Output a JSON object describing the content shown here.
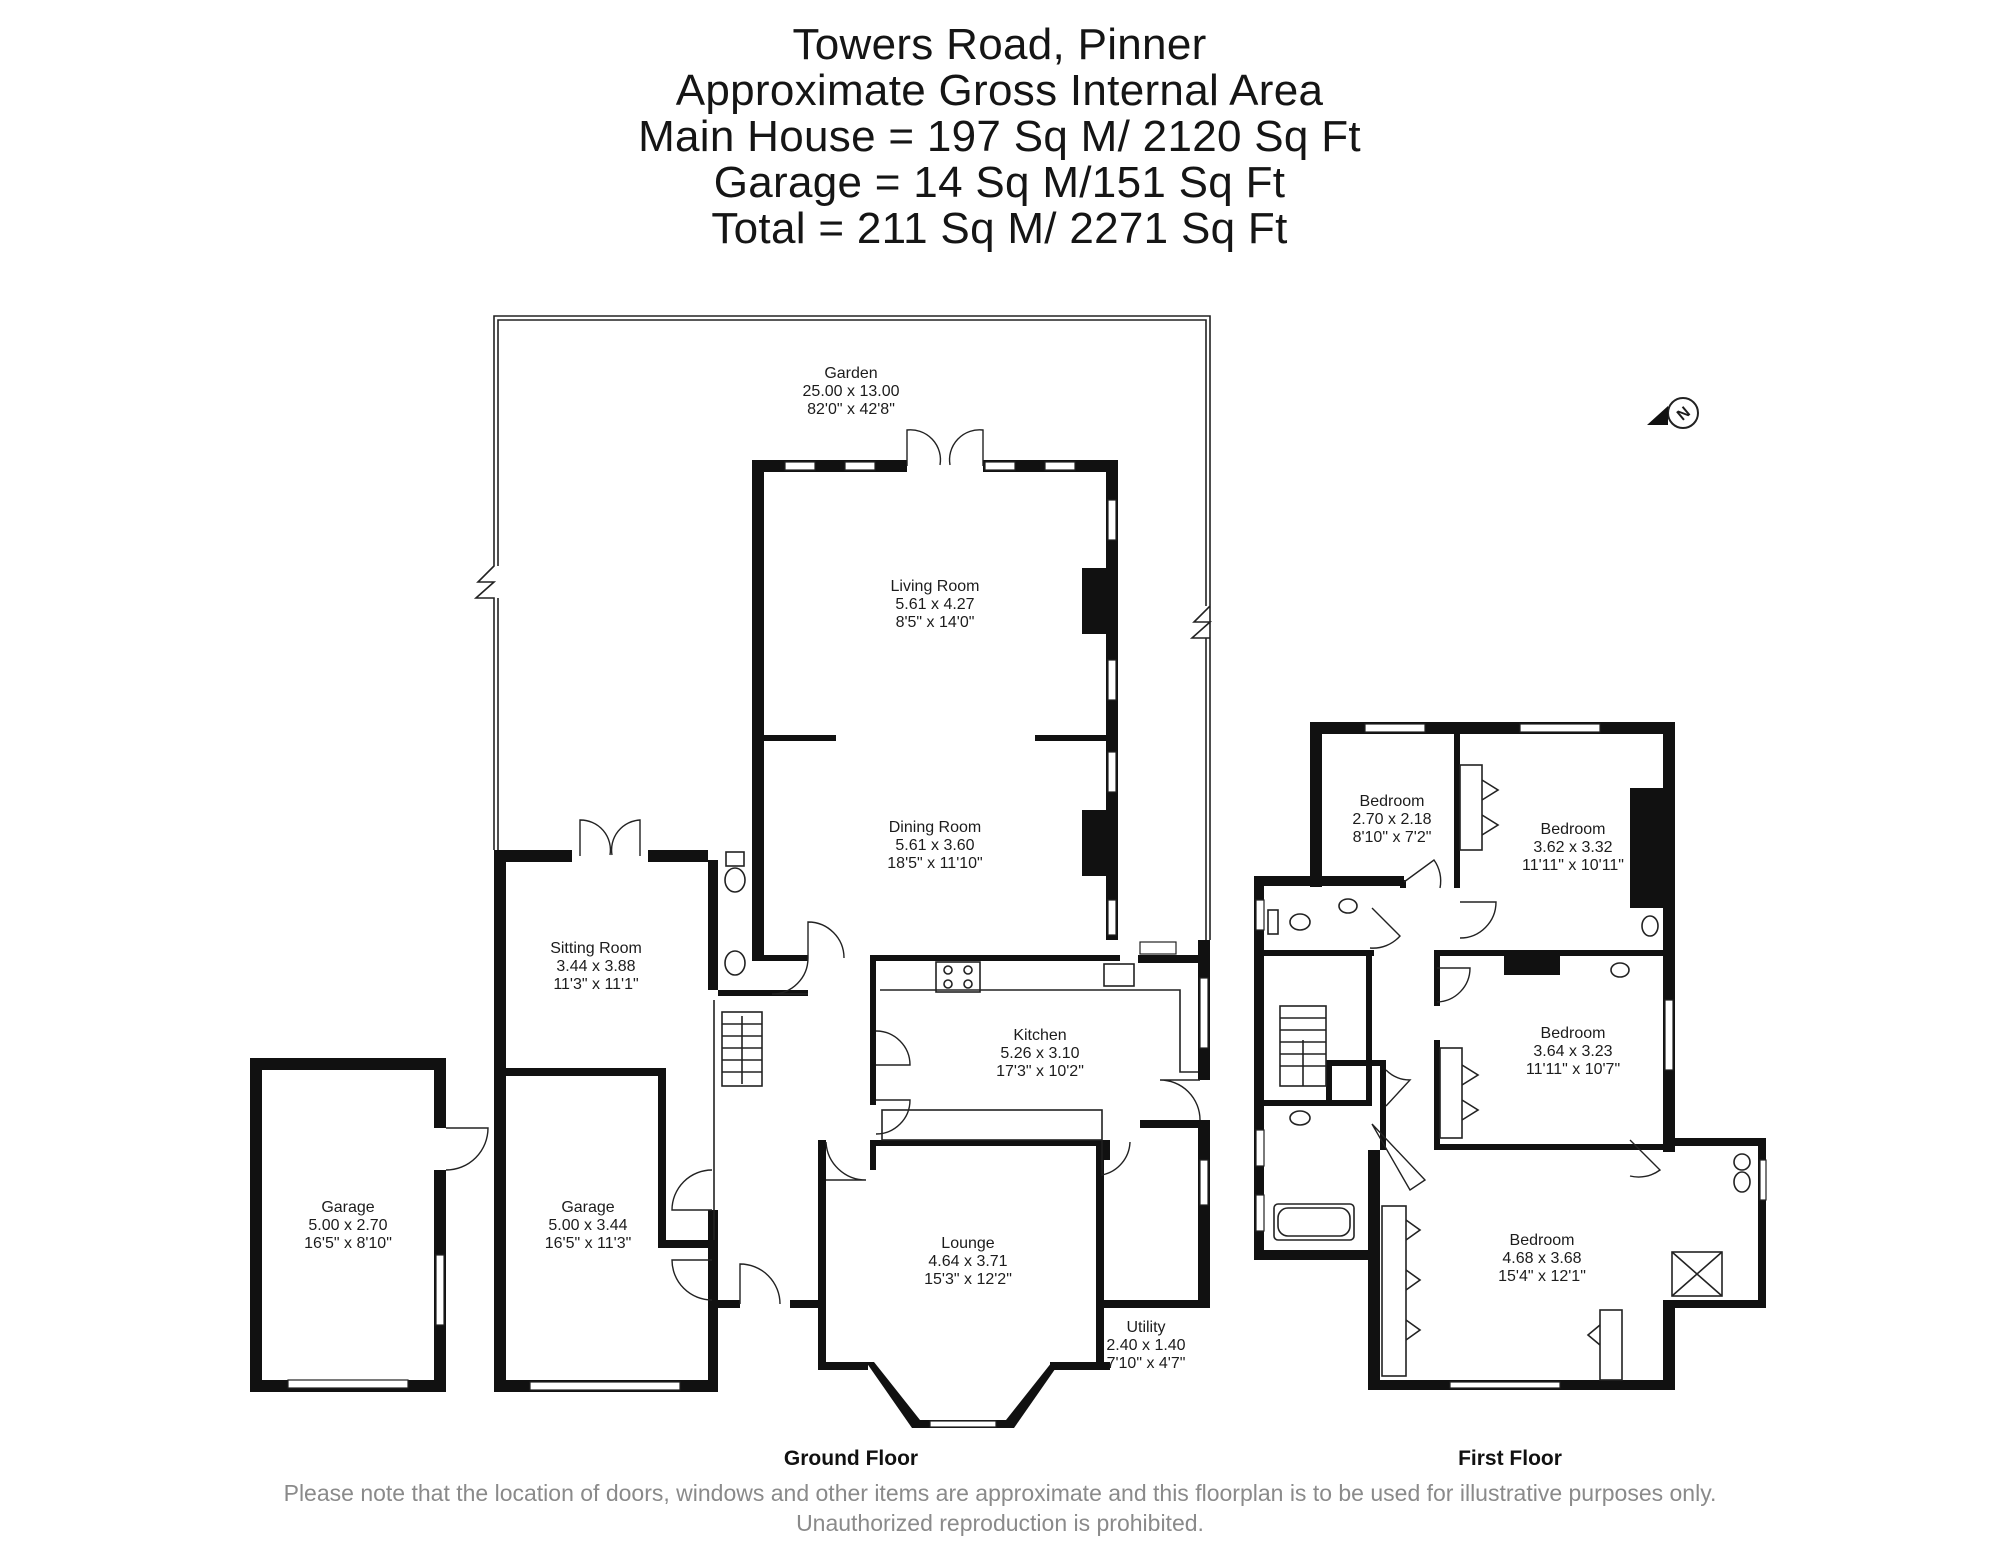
{
  "header": {
    "line1": "Towers Road, Pinner",
    "line2": "Approximate Gross Internal Area",
    "line3": "Main House = 197 Sq M/ 2120 Sq Ft",
    "line4": "Garage = 14 Sq M/151 Sq Ft",
    "line5": "Total = 211 Sq M/ 2271 Sq Ft"
  },
  "rooms": {
    "garden": {
      "name": "Garden",
      "metric": "25.00 x 13.00",
      "imperial": "82'0\" x 42'8\""
    },
    "living": {
      "name": "Living Room",
      "metric": "5.61 x 4.27",
      "imperial": "8'5\" x 14'0\""
    },
    "dining": {
      "name": "Dining Room",
      "metric": "5.61 x 3.60",
      "imperial": "18'5\" x 11'10\""
    },
    "sitting": {
      "name": "Sitting Room",
      "metric": "3.44 x 3.88",
      "imperial": "11'3\" x 11'1\""
    },
    "kitchen": {
      "name": "Kitchen",
      "metric": "5.26 x 3.10",
      "imperial": "17'3\" x 10'2\""
    },
    "garage1": {
      "name": "Garage",
      "metric": "5.00 x 2.70",
      "imperial": "16'5\" x 8'10\""
    },
    "garage2": {
      "name": "Garage",
      "metric": "5.00 x 3.44",
      "imperial": "16'5\" x 11'3\""
    },
    "lounge": {
      "name": "Lounge",
      "metric": "4.64 x 3.71",
      "imperial": "15'3\" x 12'2\""
    },
    "utility": {
      "name": "Utility",
      "metric": "2.40 x 1.40",
      "imperial": "7'10\" x 4'7\""
    },
    "bed1": {
      "name": "Bedroom",
      "metric": "2.70 x 2.18",
      "imperial": "8'10\" x 7'2\""
    },
    "bed2": {
      "name": "Bedroom",
      "metric": "3.62 x 3.32",
      "imperial": "11'11\" x 10'11\""
    },
    "bed3": {
      "name": "Bedroom",
      "metric": "3.64 x 3.23",
      "imperial": "11'11\" x 10'7\""
    },
    "bed4": {
      "name": "Bedroom",
      "metric": "4.68 x 3.68",
      "imperial": "15'4\" x 12'1\""
    }
  },
  "floors": {
    "ground": "Ground Floor",
    "first": "First Floor"
  },
  "compass": "N",
  "disclaimer": "Please note that the location of doors, windows and other items are approximate and this floorplan is to be used for illustrative purposes only. Unauthorized reproduction is prohibited."
}
